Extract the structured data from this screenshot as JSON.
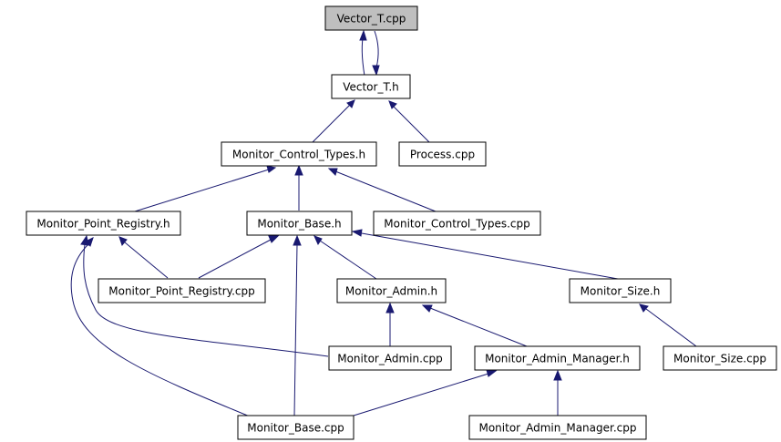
{
  "colors": {
    "edge": "#191970",
    "node_border": "#000000",
    "root_fill": "#bfbfbf",
    "node_fill": "#ffffff"
  },
  "nodes": {
    "vector_t_cpp": "Vector_T.cpp",
    "vector_t_h": "Vector_T.h",
    "monitor_control_types_h": "Monitor_Control_Types.h",
    "process_cpp": "Process.cpp",
    "monitor_point_registry_h": "Monitor_Point_Registry.h",
    "monitor_base_h": "Monitor_Base.h",
    "monitor_control_types_cpp": "Monitor_Control_Types.cpp",
    "monitor_point_registry_cpp": "Monitor_Point_Registry.cpp",
    "monitor_admin_h": "Monitor_Admin.h",
    "monitor_size_h": "Monitor_Size.h",
    "monitor_admin_cpp": "Monitor_Admin.cpp",
    "monitor_admin_manager_h": "Monitor_Admin_Manager.h",
    "monitor_size_cpp": "Monitor_Size.cpp",
    "monitor_base_cpp": "Monitor_Base.cpp",
    "monitor_admin_manager_cpp": "Monitor_Admin_Manager.cpp"
  },
  "edges": [
    {
      "from": "vector_t_h",
      "to": "vector_t_cpp"
    },
    {
      "from": "vector_t_cpp",
      "to": "vector_t_h"
    },
    {
      "from": "monitor_control_types_h",
      "to": "vector_t_h"
    },
    {
      "from": "process_cpp",
      "to": "vector_t_h"
    },
    {
      "from": "monitor_point_registry_h",
      "to": "monitor_control_types_h"
    },
    {
      "from": "monitor_base_h",
      "to": "monitor_control_types_h"
    },
    {
      "from": "monitor_control_types_cpp",
      "to": "monitor_control_types_h"
    },
    {
      "from": "monitor_point_registry_cpp",
      "to": "monitor_point_registry_h"
    },
    {
      "from": "monitor_admin_cpp",
      "to": "monitor_point_registry_h"
    },
    {
      "from": "monitor_base_cpp",
      "to": "monitor_point_registry_h"
    },
    {
      "from": "monitor_point_registry_cpp",
      "to": "monitor_base_h"
    },
    {
      "from": "monitor_admin_h",
      "to": "monitor_base_h"
    },
    {
      "from": "monitor_size_h",
      "to": "monitor_base_h"
    },
    {
      "from": "monitor_base_cpp",
      "to": "monitor_base_h"
    },
    {
      "from": "monitor_admin_cpp",
      "to": "monitor_admin_h"
    },
    {
      "from": "monitor_admin_manager_h",
      "to": "monitor_admin_h"
    },
    {
      "from": "monitor_size_cpp",
      "to": "monitor_size_h"
    },
    {
      "from": "monitor_base_cpp",
      "to": "monitor_admin_manager_h"
    },
    {
      "from": "monitor_admin_manager_cpp",
      "to": "monitor_admin_manager_h"
    }
  ]
}
